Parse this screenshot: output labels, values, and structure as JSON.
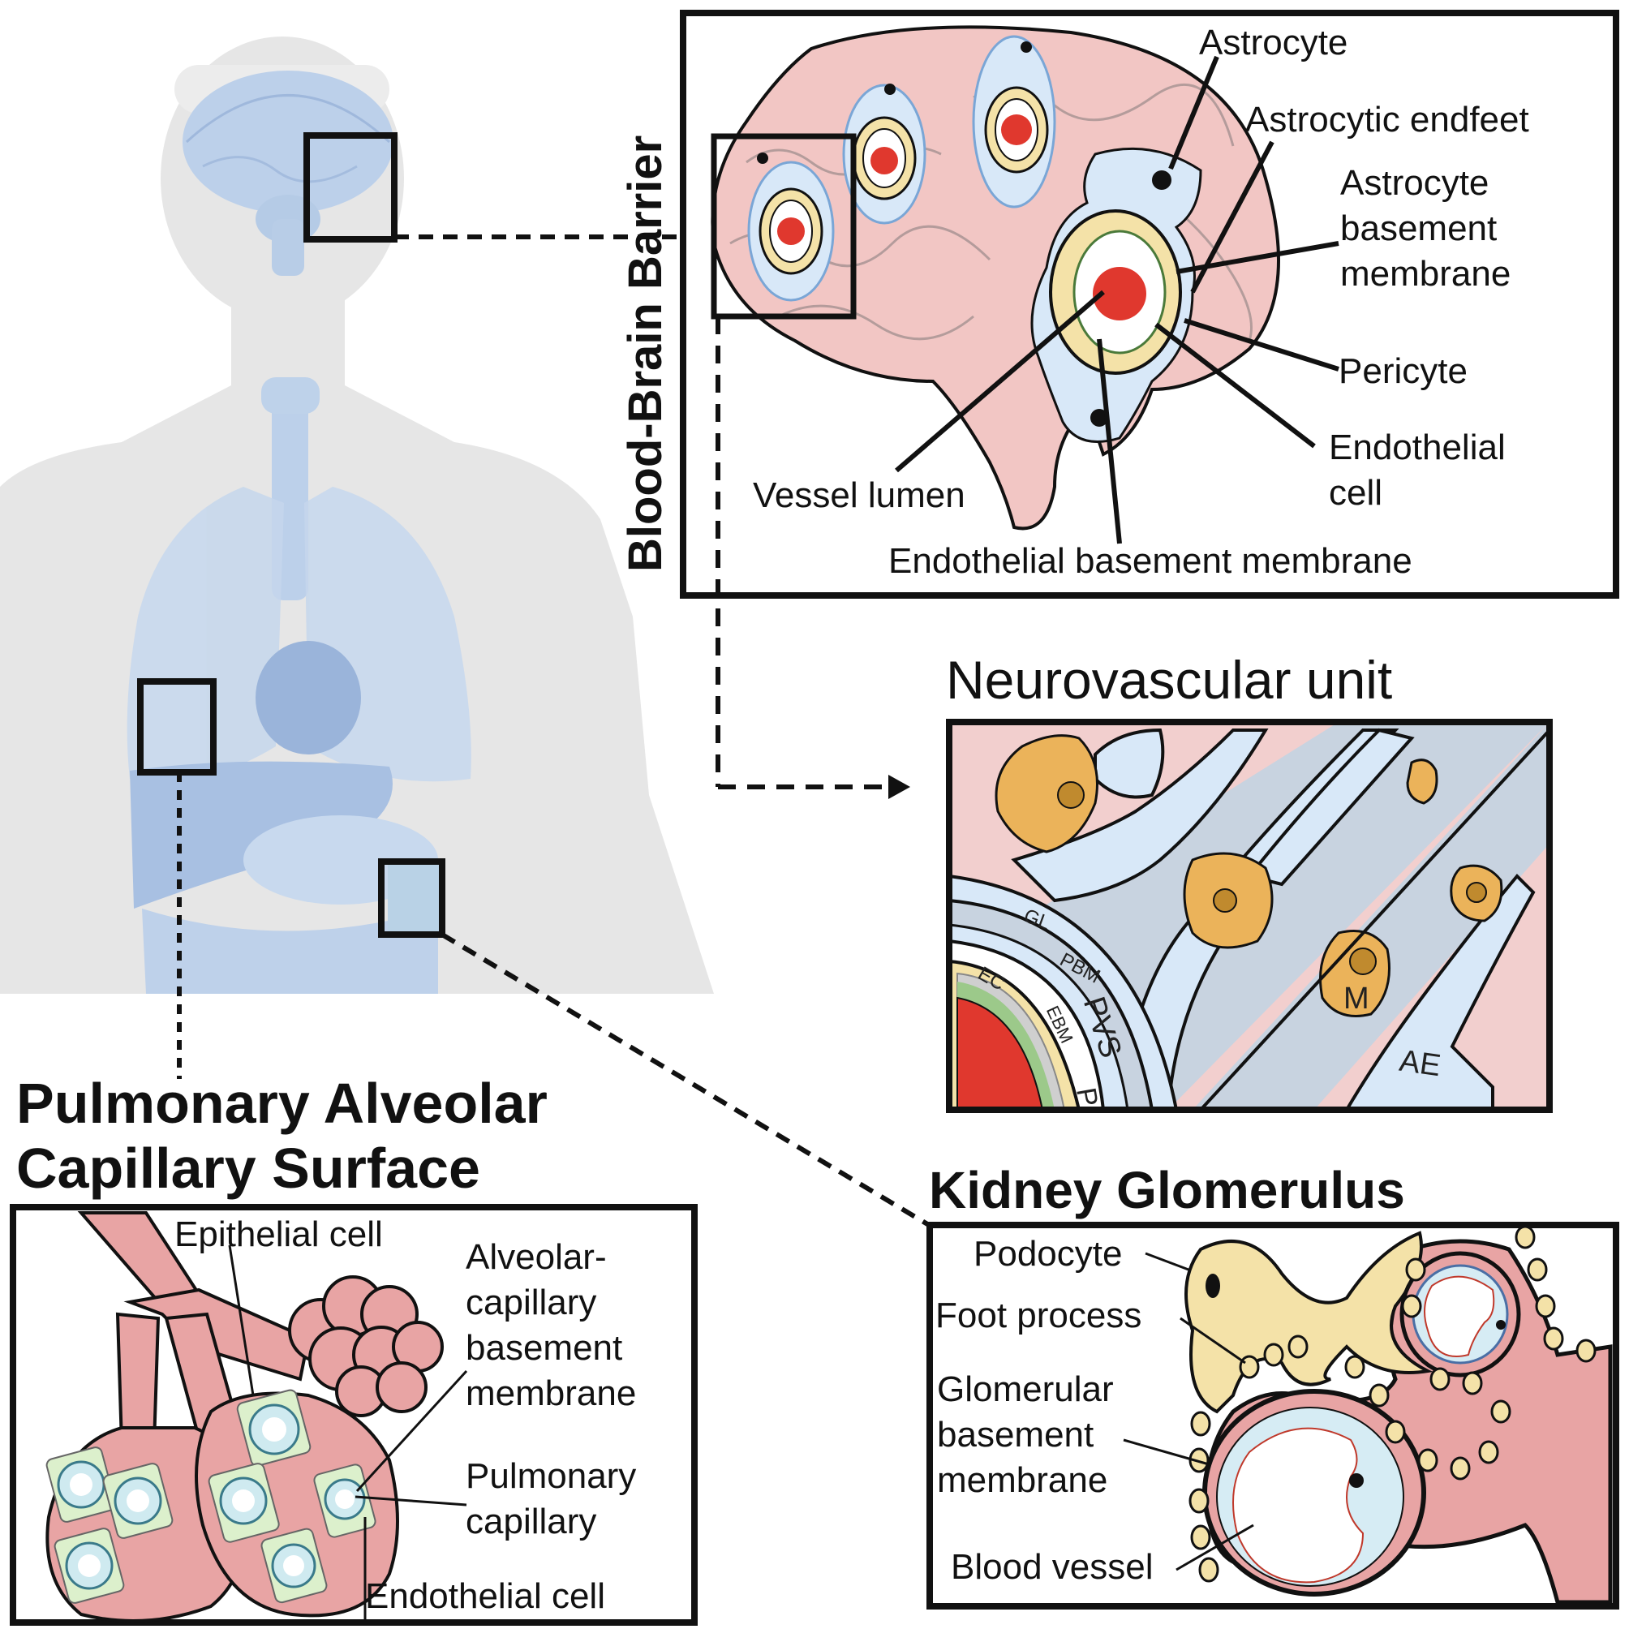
{
  "figure": {
    "colors": {
      "body_silhouette": "#e8e8e8",
      "organ_blue": "#b9cde6",
      "organ_blue_dark": "#9bb5d8",
      "brain_pink": "#f2c6c4",
      "tissue_pink": "#e8a4a4",
      "astrocyte_blue": "#d8e8f8",
      "pericyte_yellow": "#f4e2a8",
      "lumen_red": "#e0382e",
      "microglia_orange": "#ebb35a",
      "endothelial_green": "#9cc98a",
      "capillary_cyan": "#cfeaf0",
      "epithelial_green": "#dcf0cc",
      "outline": "#111111"
    }
  },
  "bbb": {
    "title": "Blood-Brain Barrier",
    "labels": {
      "astrocyte": "Astrocyte",
      "endfeet": "Astrocytic endfeet",
      "abm_1": "Astrocyte",
      "abm_2": "basement",
      "abm_3": "membrane",
      "pericyte": "Pericyte",
      "endo_1": "Endothelial",
      "endo_2": "cell",
      "lumen": "Vessel lumen",
      "ebm": "Endothelial basement membrane"
    }
  },
  "nvu": {
    "title": "Neurovascular unit",
    "labels": {
      "gl": "GL",
      "pbm": "PBM",
      "ec": "EC",
      "ebm": "EBM",
      "pvs": "PVS",
      "p": "P",
      "m": "M",
      "ae": "AE"
    }
  },
  "lung": {
    "title_1": "Pulmonary Alveolar",
    "title_2": "Capillary Surface",
    "labels": {
      "epithelial": "Epithelial cell",
      "acbm_1": "Alveolar-",
      "acbm_2": "capillary",
      "acbm_3": "basement",
      "acbm_4": "membrane",
      "pc_1": "Pulmonary",
      "pc_2": "capillary",
      "endothelial": "Endothelial cell"
    }
  },
  "kidney": {
    "title": "Kidney Glomerulus",
    "labels": {
      "podocyte": "Podocyte",
      "foot": "Foot process",
      "gbm_1": "Glomerular",
      "gbm_2": "basement",
      "gbm_3": "membrane",
      "vessel": "Blood vessel"
    }
  }
}
